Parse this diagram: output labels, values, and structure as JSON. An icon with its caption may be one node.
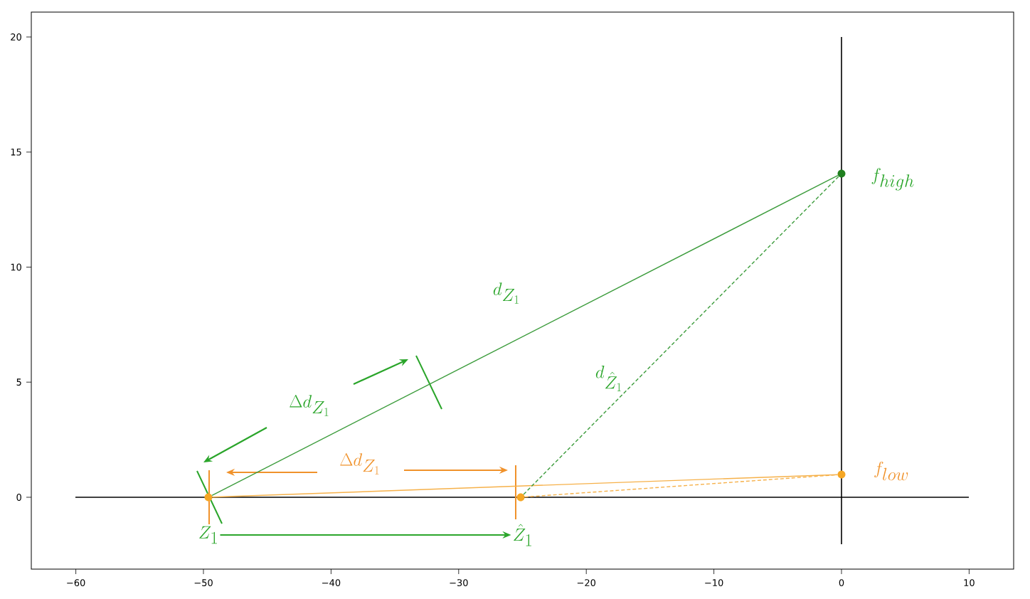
{
  "diagram": {
    "nodes": [
      {
        "text": [
          "Z_1"
        ]
      },
      {
        "text": [
          "\\hat{Z}_1"
        ]
      },
      {
        "text": [
          "f_{high}"
        ]
      },
      {
        "text": [
          "f_{low}"
        ]
      },
      {
        "text": [],
        "shape": "circle"
      },
      {
        "text": [],
        "shape": "circle"
      },
      {
        "text": [],
        "shape": "circle"
      },
      {
        "text": [],
        "shape": "circle"
      }
    ],
    "edges": [
      {
        "from": 0,
        "to": 1,
        "arrow": "to",
        "color": "#2ca62c"
      },
      {
        "from": 4,
        "to": 6,
        "arrow": "none",
        "color": "#3c9c3c",
        "label": "d_{Z_1}"
      },
      {
        "from": 4,
        "to": 7,
        "arrow": "none",
        "color": "#f6b14a"
      },
      {
        "from": 5,
        "to": 6,
        "arrow": "none",
        "style": "dashed",
        "color": "#3c9c3c",
        "label": "d_{\\hat{Z}_1}"
      },
      {
        "from": 5,
        "to": 7,
        "arrow": "none",
        "style": "dashed",
        "color": "#f6b14a"
      }
    ],
    "labels": [
      "\\Delta d_{Z_1}",
      "\\Delta d_{Z_1}",
      "20",
      "15",
      "10",
      "5",
      "0",
      "−60",
      "−50",
      "−40",
      "−30",
      "−20",
      "−10",
      "0",
      "10"
    ]
  }
}
